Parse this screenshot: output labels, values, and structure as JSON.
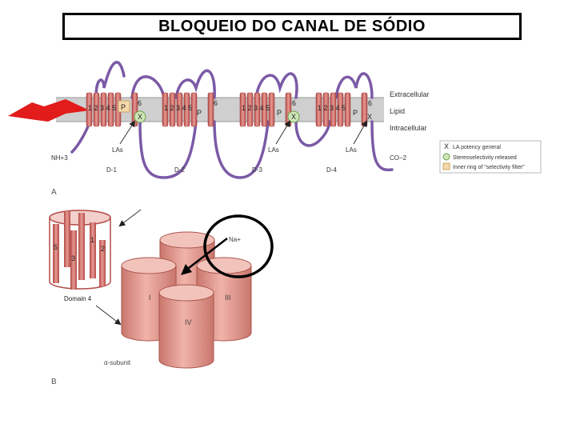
{
  "title": "BLOQUEIO DO CANAL DE SÓDIO",
  "colors": {
    "helix": "#c95a55",
    "helix_light": "#e7a5a0",
    "loop": "#7b5aa6",
    "membrane": "#c9c9c9",
    "cylinder": "#e39b91",
    "cylinder_top": "#f2c3bb",
    "arrow_red": "#e21b1b",
    "pore_cross_fill": "#cfe6b8",
    "legend_box_fill": "#f5d9a8"
  },
  "panel_a": {
    "segment_numbers": [
      "1 2 3 4 5",
      "1 2 3 4 5",
      "1 2 3 4 5",
      "1 2 3 4 5"
    ],
    "p_labels": [
      "P",
      "P",
      "P",
      "P"
    ],
    "six_labels": [
      "6",
      "6",
      "6",
      "6"
    ],
    "x_marks": [
      "X",
      "X",
      "X"
    ],
    "las_labels": [
      "LAs",
      "LAs",
      "LAs"
    ],
    "domain_labels": [
      "D-1",
      "D-2",
      "D-3",
      "D-4"
    ],
    "nh3": "NH+3",
    "co2": "CO−2",
    "membrane_labels": [
      "Extracellular",
      "Lipid",
      "Intracellular"
    ],
    "legend": [
      {
        "mark": "X",
        "text": "LA potency general"
      },
      {
        "mark": "circle",
        "text": "Stereoselectivity released"
      },
      {
        "mark": "square",
        "text": "Inner ring of \"selectivity filter\""
      }
    ],
    "panel_label": "A"
  },
  "panel_b": {
    "helix_numbers": [
      "5",
      "1",
      "2",
      "3"
    ],
    "domain_label": "Domain 4",
    "na_label": "Na+",
    "cylinder_labels": [
      "I",
      "III",
      "IV"
    ],
    "subunit_label": "α-subunit",
    "panel_label": "B"
  }
}
